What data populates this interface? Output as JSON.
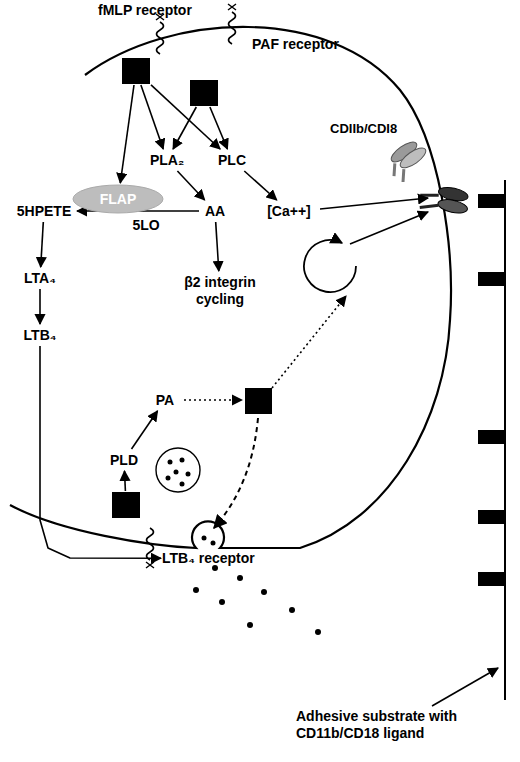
{
  "diagram": {
    "nodes": [
      {
        "text": [
          "fMLP receptor"
        ]
      },
      {
        "text": [
          "PAF receptor"
        ]
      },
      {
        "text": [
          "PLA₂"
        ]
      },
      {
        "text": [
          "PLC"
        ]
      },
      {
        "text": [
          "FLAP"
        ]
      },
      {
        "text": [
          "5HPETE"
        ]
      },
      {
        "text": [
          "AA"
        ]
      },
      {
        "text": [
          "[Ca++]"
        ]
      },
      {
        "text": [
          "LTA₄"
        ]
      },
      {
        "text": [
          "β2 integrin cycling"
        ]
      },
      {
        "text": [
          "LTB₄"
        ]
      },
      {
        "text": [
          "PA"
        ]
      },
      {
        "text": [
          "PLD"
        ]
      },
      {
        "text": [
          "LTB₄ receptor"
        ]
      }
    ],
    "edges": [
      {
        "from": 0,
        "to": 2,
        "arrow": "to"
      },
      {
        "from": 0,
        "to": 3,
        "arrow": "to"
      },
      {
        "from": 0,
        "to": 4,
        "arrow": "to"
      },
      {
        "from": 1,
        "to": 2,
        "arrow": "to"
      },
      {
        "from": 1,
        "to": 3,
        "arrow": "to"
      },
      {
        "from": 2,
        "to": 6,
        "arrow": "to"
      },
      {
        "from": 6,
        "to": 5,
        "label": "5LO",
        "arrow": "to"
      },
      {
        "from": 3,
        "to": 7,
        "arrow": "to"
      },
      {
        "from": 6,
        "to": 9,
        "arrow": "to"
      },
      {
        "from": 5,
        "to": 8,
        "arrow": "to"
      },
      {
        "from": 8,
        "to": 10,
        "arrow": "to"
      },
      {
        "from": 10,
        "to": 13,
        "arrow": "to"
      },
      {
        "from": 13,
        "to": 12,
        "arrow": "to"
      },
      {
        "from": 12,
        "to": 11,
        "arrow": "to"
      }
    ],
    "labels": [
      "CDIIb/CDI8",
      "Adhesive substrate with CD11b/CD18 ligand"
    ]
  }
}
